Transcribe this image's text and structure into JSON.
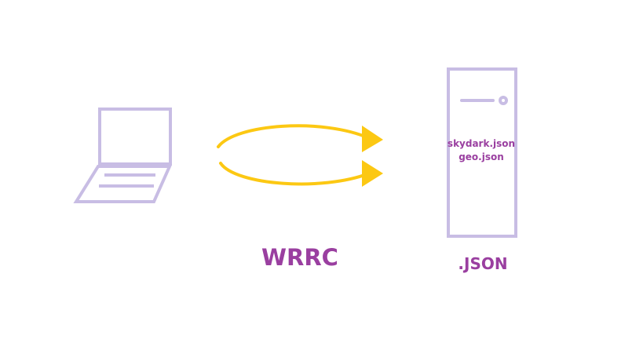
{
  "diagram": {
    "connection_label": "WRRC",
    "server_label": ".JSON",
    "server_files": [
      "skydark.json",
      "geo.json"
    ],
    "colors": {
      "device_outline": "#c8bde4",
      "arrows": "#fcc813",
      "text": "#9a3fa0"
    },
    "icons": {
      "client": "laptop-icon",
      "server": "server-tower-icon"
    }
  }
}
